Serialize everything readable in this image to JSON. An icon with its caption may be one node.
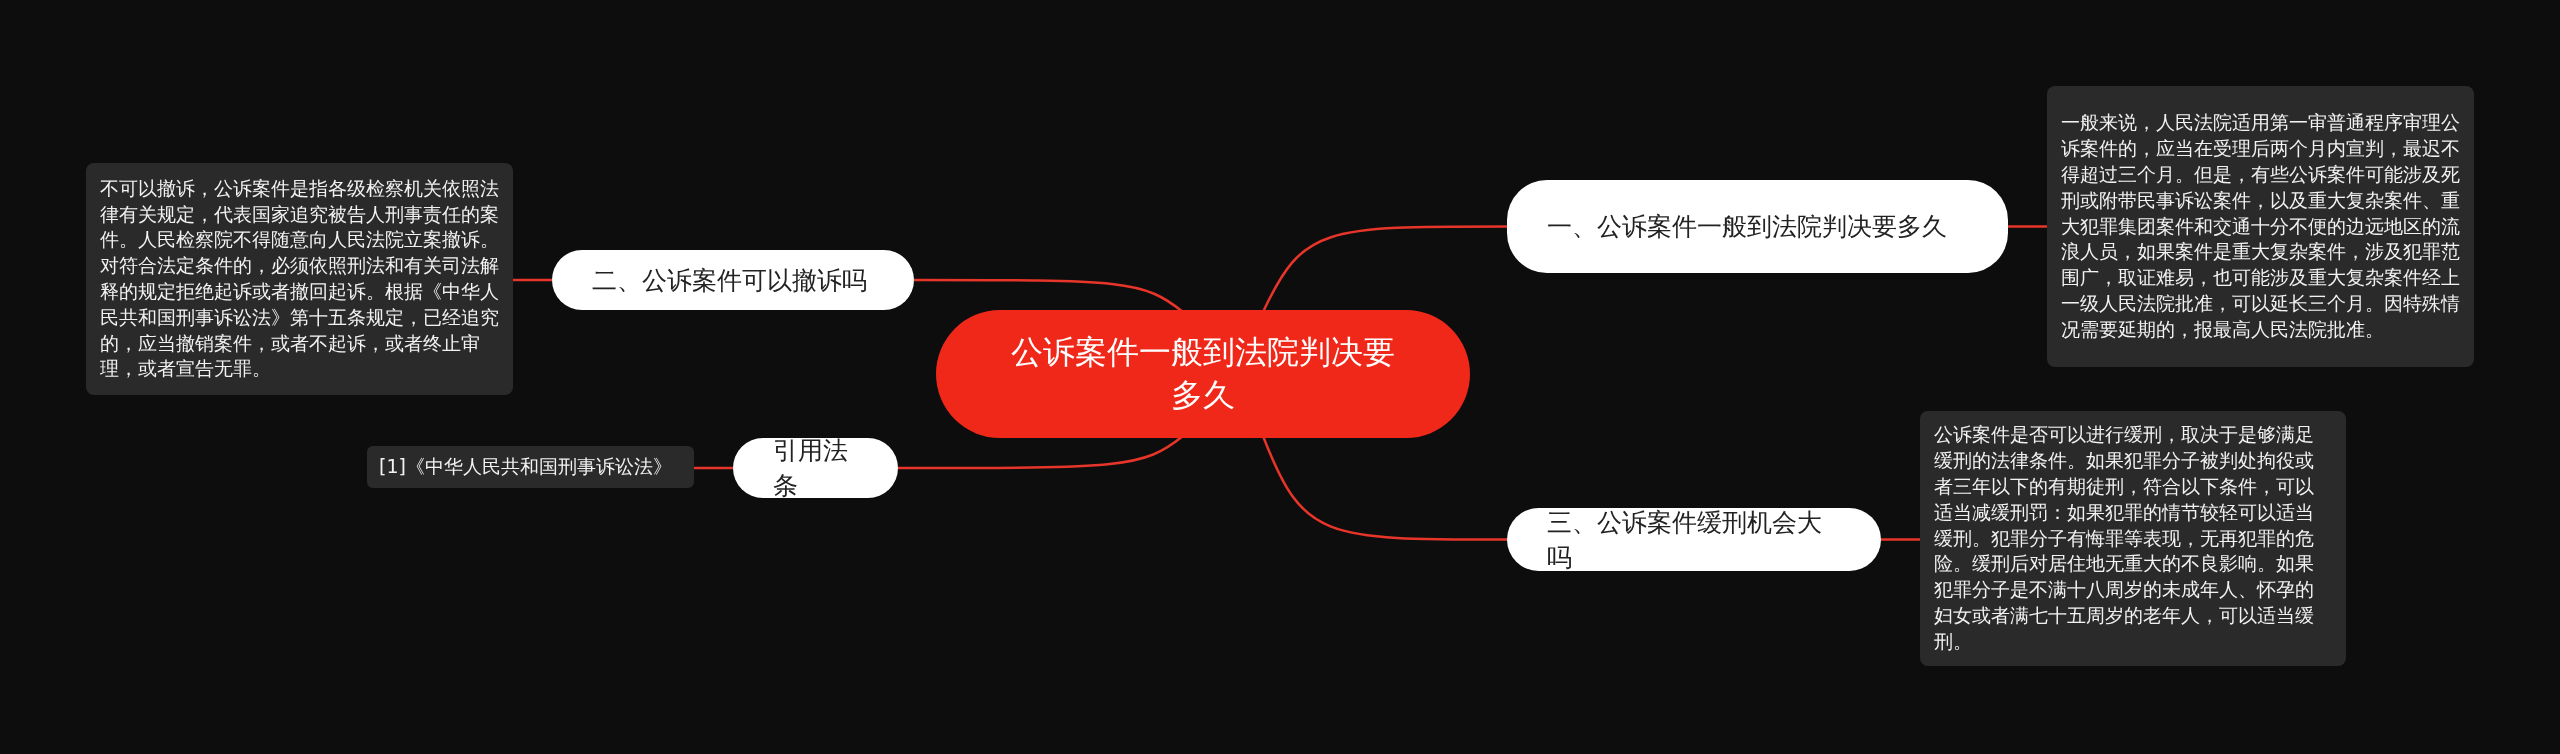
{
  "diagram": {
    "nodes": [
      {
        "text": [
          "公诉案件一般到法院判决要多久"
        ]
      },
      {
        "text": [
          "一、公诉案件一般到法院判决要多久"
        ]
      },
      {
        "text": [
          "一般来说，人民法院适用第一审普通程序审理公诉案件的，应当在受理后两个月内宣判，最迟不得超过三个月。但是，有些公诉案件可能涉及死刑或附带民事诉讼案件，以及重大复杂案件、重大犯罪集团案件和交通十分不便的边远地区的流浪人员，如果案件是重大复杂案件，涉及犯罪范围广，取证难易，也可能涉及重大复杂案件经上一级人民法院批准，可以延长三个月。因特殊情况需要延期的，报最高人民法院批准。"
        ]
      },
      {
        "text": [
          "二、公诉案件可以撤诉吗"
        ]
      },
      {
        "text": [
          "不可以撤诉，公诉案件是指各级检察机关依照法律有关规定，代表国家追究被告人刑事责任的案件。人民检察院不得随意向人民法院立案撤诉。对符合法定条件的，必须依照刑法和有关司法解释的规定拒绝起诉或者撤回起诉。根据《中华人民共和国刑事诉讼法》第十五条规定，已经追究的，应当撤销案件，或者不起诉，或者终止审理，或者宣告无罪。"
        ]
      },
      {
        "text": [
          "三、公诉案件缓刑机会大吗"
        ]
      },
      {
        "text": [
          "公诉案件是否可以进行缓刑，取决于是够满足缓刑的法律条件。如果犯罪分子被判处拘役或者三年以下的有期徒刑，符合以下条件，可以适当减缓刑罚：如果犯罪的情节较轻可以适当缓刑。犯罪分子有悔罪等表现，无再犯罪的危险。缓刑后对居住地无重大的不良影响。如果犯罪分子是不满十八周岁的未成年人、怀孕的妇女或者满七十五周岁的老年人，可以适当缓刑。"
        ]
      },
      {
        "text": [
          "引用法条"
        ]
      },
      {
        "text": [
          "[1]《中华人民共和国刑事诉讼法》"
        ]
      }
    ],
    "edges": [
      {
        "from": 0,
        "to": 1,
        "arrow": "none"
      },
      {
        "from": 1,
        "to": 2,
        "arrow": "none"
      },
      {
        "from": 0,
        "to": 3,
        "arrow": "none"
      },
      {
        "from": 3,
        "to": 4,
        "arrow": "none"
      },
      {
        "from": 0,
        "to": 5,
        "arrow": "none"
      },
      {
        "from": 5,
        "to": 6,
        "arrow": "none"
      },
      {
        "from": 0,
        "to": 7,
        "arrow": "none"
      },
      {
        "from": 7,
        "to": 8,
        "arrow": "none"
      }
    ]
  }
}
